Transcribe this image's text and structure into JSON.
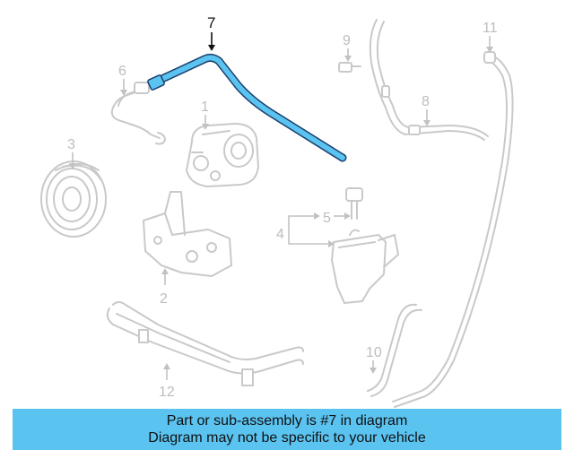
{
  "diagram": {
    "callouts": {
      "c1": "1",
      "c2": "2",
      "c3": "3",
      "c4": "4",
      "c5": "5",
      "c6": "6",
      "c7": "7",
      "c8": "8",
      "c9": "9",
      "c10": "10",
      "c11": "11",
      "c12": "12"
    },
    "highlighted_part": "7",
    "highlight_color": "#5bc3f0"
  },
  "banner": {
    "line1": "Part or sub-assembly is #7 in diagram",
    "line2": "Diagram may not be specific to your vehicle",
    "background_color": "#5bc3f0"
  }
}
